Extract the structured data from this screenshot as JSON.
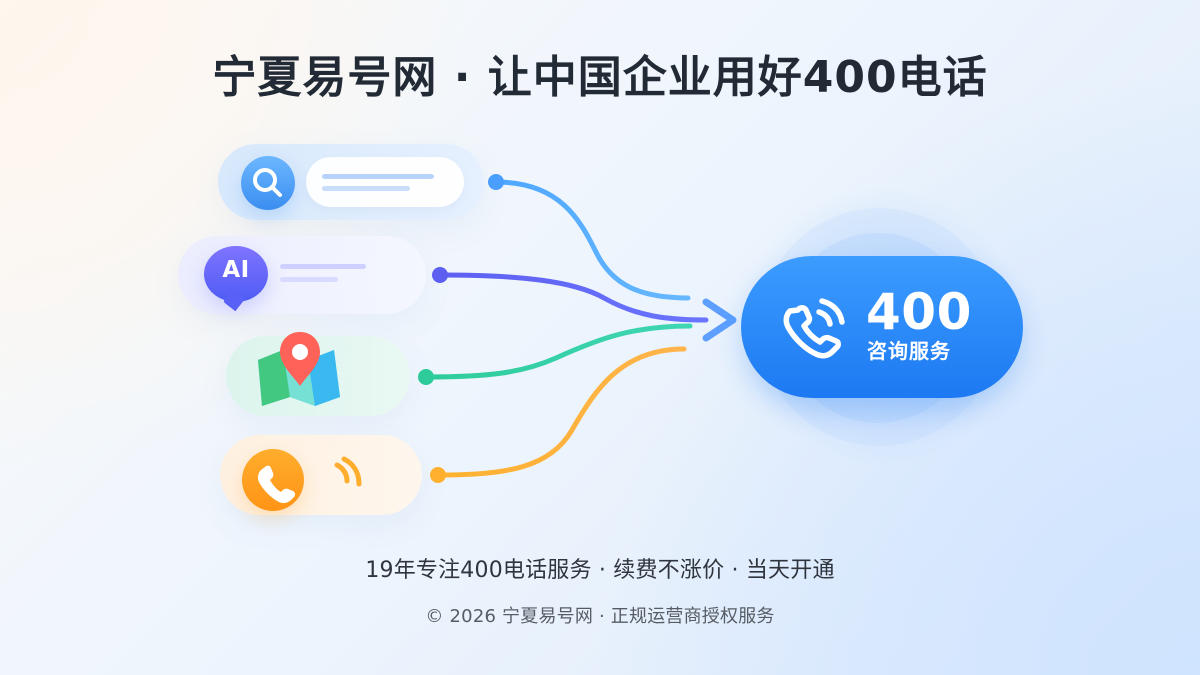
{
  "header": {
    "title": "宁夏易号网 · 让中国企业用好400电话"
  },
  "channels": [
    {
      "name": "search",
      "icon": "search-icon",
      "color": "#3A8EF0"
    },
    {
      "name": "ai",
      "label": "AI",
      "icon": "ai-chat-icon",
      "color": "#5960F5"
    },
    {
      "name": "map",
      "icon": "map-pin-icon",
      "color": "#2ECC9A"
    },
    {
      "name": "phone",
      "icon": "phone-icon",
      "color": "#FF9F1A"
    }
  ],
  "cta": {
    "number": "400",
    "label": "咨询服务",
    "color": "#1D79F2"
  },
  "footer": {
    "tagline": "19年专注400电话服务 · 续费不涨价 · 当天开通",
    "copyright": "© 2026 宁夏易号网 · 正规运营商授权服务"
  }
}
